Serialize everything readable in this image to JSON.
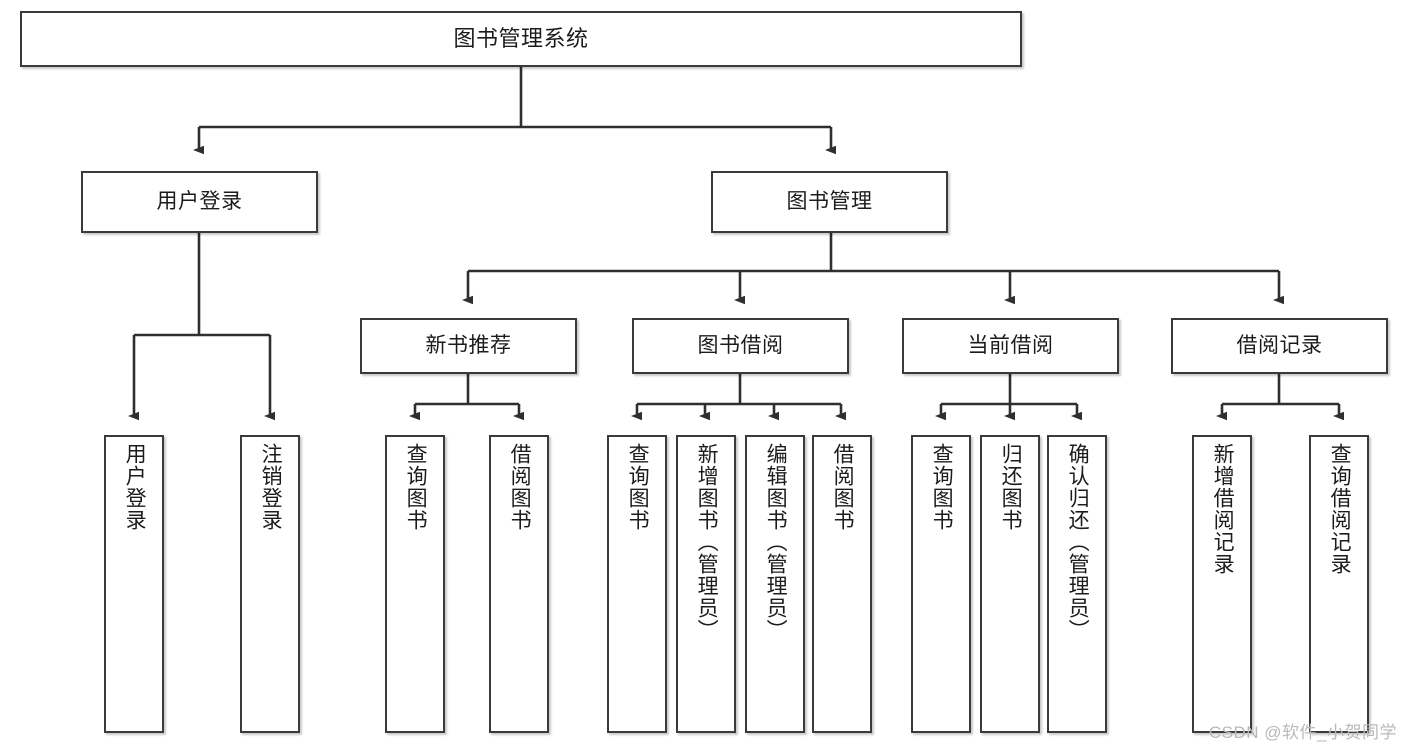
{
  "diagram": {
    "title": "图书管理系统",
    "type": "tree-hierarchy-chart",
    "watermark": "CSDN @软件_小贺同学",
    "colors": {
      "box_border": "#3a3a3a",
      "box_fill": "#ffffff",
      "edge": "#2f2f2f",
      "text": "#1c1c1c",
      "watermark": "#b9b9b9"
    },
    "nodes": {
      "root": {
        "label": "图书管理系统"
      },
      "level1": [
        {
          "label": "用户登录"
        },
        {
          "label": "图书管理"
        }
      ],
      "level2": [
        {
          "label": "新书推荐"
        },
        {
          "label": "图书借阅"
        },
        {
          "label": "当前借阅"
        },
        {
          "label": "借阅记录"
        }
      ],
      "leaves": {
        "user_login": [
          {
            "label": "用户登录"
          },
          {
            "label": "注销登录"
          }
        ],
        "new_book_recommend": [
          {
            "label": "查询图书"
          },
          {
            "label": "借阅图书"
          }
        ],
        "book_borrow": [
          {
            "label": "查询图书"
          },
          {
            "label": "新增图书（管理员）"
          },
          {
            "label": "编辑图书（管理员）"
          },
          {
            "label": "借阅图书"
          }
        ],
        "current_borrow": [
          {
            "label": "查询图书"
          },
          {
            "label": "归还图书"
          },
          {
            "label": "确认归还（管理员）"
          }
        ],
        "borrow_record": [
          {
            "label": "新增借阅记录"
          },
          {
            "label": "查询借阅记录"
          }
        ]
      }
    }
  }
}
